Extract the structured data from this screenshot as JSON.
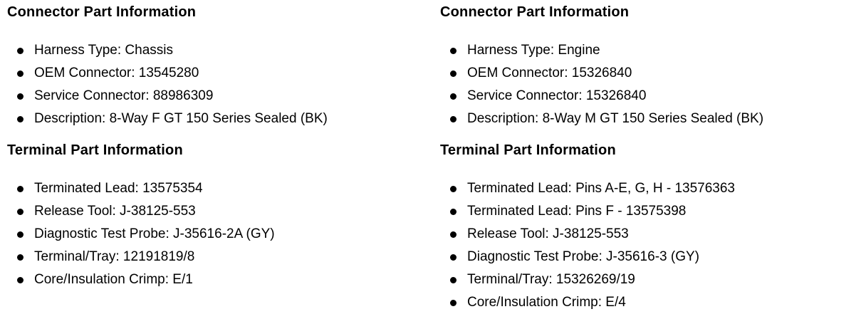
{
  "page": {
    "background_color": "#ffffff",
    "text_color": "#000000",
    "columns": [
      {
        "sections": [
          {
            "title": "Connector Part Information",
            "items": [
              "Harness Type: Chassis",
              "OEM Connector: 13545280",
              "Service Connector: 88986309",
              "Description: 8-Way F GT 150 Series Sealed (BK)"
            ]
          },
          {
            "title": "Terminal Part Information",
            "items": [
              "Terminated Lead: 13575354",
              "Release Tool: J-38125-553",
              "Diagnostic Test Probe: J-35616-2A (GY)",
              "Terminal/Tray: 12191819/8",
              "Core/Insulation Crimp: E/1"
            ]
          }
        ]
      },
      {
        "sections": [
          {
            "title": "Connector Part Information",
            "items": [
              "Harness Type: Engine",
              "OEM Connector: 15326840",
              "Service Connector: 15326840",
              "Description: 8-Way M GT 150 Series Sealed (BK)"
            ]
          },
          {
            "title": "Terminal Part Information",
            "items": [
              "Terminated Lead: Pins A-E, G, H - 13576363",
              "Terminated Lead: Pins F - 13575398",
              "Release Tool: J-38125-553",
              "Diagnostic Test Probe: J-35616-3 (GY)",
              "Terminal/Tray: 15326269/19",
              "Core/Insulation Crimp: E/4"
            ]
          }
        ]
      }
    ]
  }
}
